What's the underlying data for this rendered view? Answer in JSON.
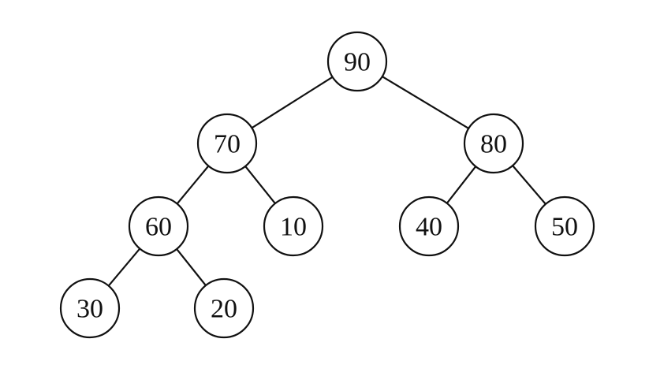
{
  "tree": {
    "nodes": [
      {
        "id": "n90",
        "label": "90"
      },
      {
        "id": "n70",
        "label": "70"
      },
      {
        "id": "n80",
        "label": "80"
      },
      {
        "id": "n60",
        "label": "60"
      },
      {
        "id": "n10",
        "label": "10"
      },
      {
        "id": "n40",
        "label": "40"
      },
      {
        "id": "n50",
        "label": "50"
      },
      {
        "id": "n30",
        "label": "30"
      },
      {
        "id": "n20",
        "label": "20"
      }
    ],
    "edges": [
      {
        "from": "n90",
        "to": "n70"
      },
      {
        "from": "n90",
        "to": "n80"
      },
      {
        "from": "n70",
        "to": "n60"
      },
      {
        "from": "n70",
        "to": "n10"
      },
      {
        "from": "n80",
        "to": "n40"
      },
      {
        "from": "n80",
        "to": "n50"
      },
      {
        "from": "n60",
        "to": "n30"
      },
      {
        "from": "n60",
        "to": "n20"
      }
    ]
  }
}
